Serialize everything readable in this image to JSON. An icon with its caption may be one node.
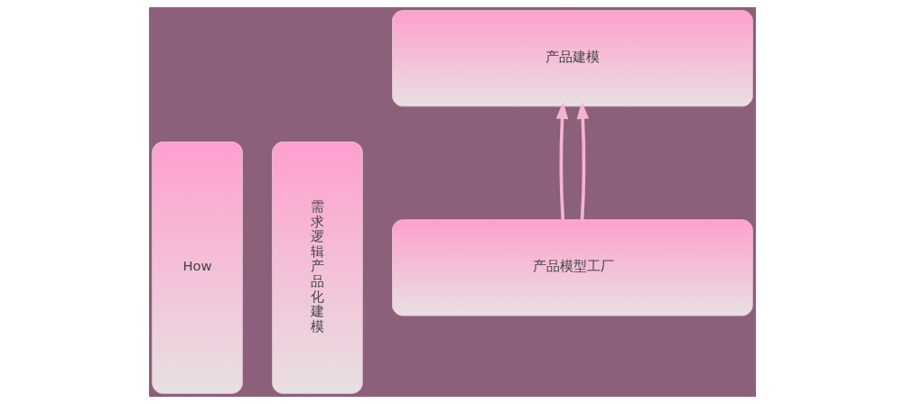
{
  "diagram": {
    "nodes": [
      {
        "text": [
          "How"
        ]
      },
      {
        "text": [
          "需求逻辑产品化建模"
        ]
      },
      {
        "text": [
          "产品建模"
        ]
      },
      {
        "text": [
          "产品模型工厂"
        ]
      }
    ],
    "edges": [
      {
        "from": 3,
        "to": 2,
        "arrow": "to"
      },
      {
        "from": 3,
        "to": 2,
        "arrow": "to"
      }
    ]
  }
}
